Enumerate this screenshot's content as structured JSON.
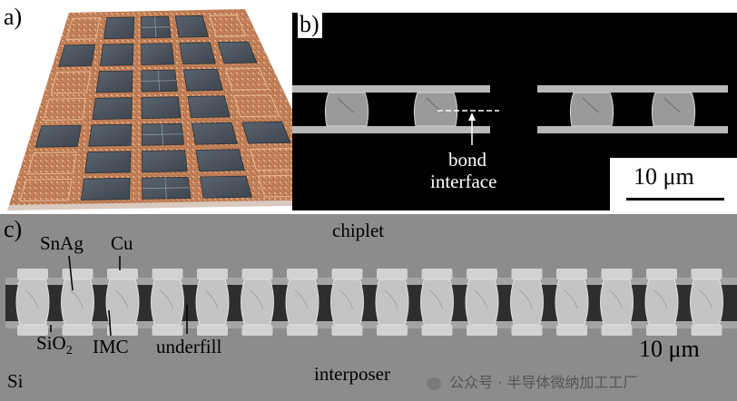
{
  "panel_a": {
    "label": "a)"
  },
  "panel_b": {
    "label": "b)",
    "annotation_line1": "bond",
    "annotation_line2": "interface",
    "scale": "10 μm"
  },
  "panel_c": {
    "label": "c)",
    "chiplet": "chiplet",
    "snag": "SnAg",
    "cu": "Cu",
    "sio2_main": "SiO",
    "sio2_sub": "2",
    "imc": "IMC",
    "underfill": "underfill",
    "si": "Si",
    "interposer": "interposer",
    "scale": "10 μm"
  },
  "watermark": "公众号 · 半导体微纳加工工厂",
  "colors": {
    "copper": "#b9774f",
    "die": "#4c5560",
    "sem_background": "#000000",
    "sem_gray": "#8c8c8c"
  }
}
